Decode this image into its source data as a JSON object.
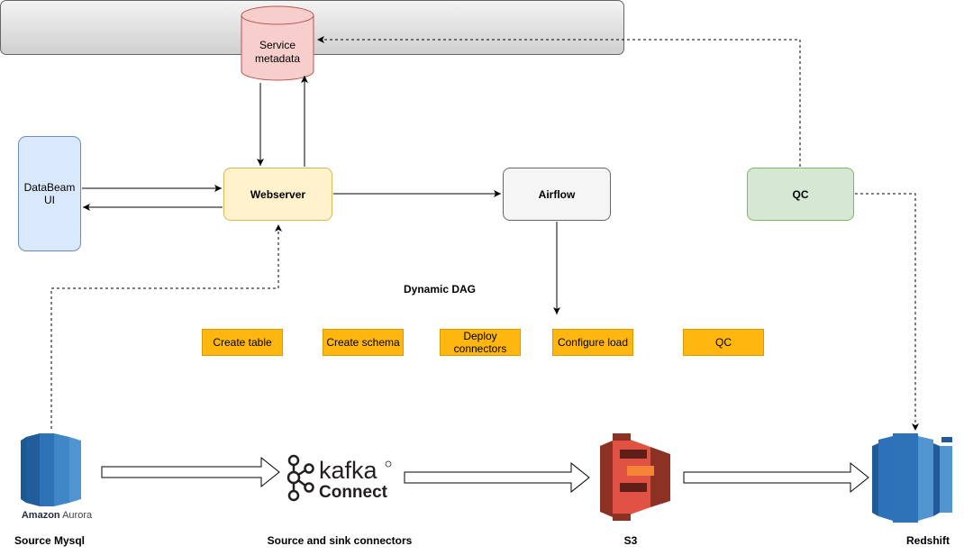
{
  "nodes": {
    "service_metadata": "Service metadata",
    "service_metadata_line1": "Service",
    "service_metadata_line2": "metadata",
    "databeam_ui_line1": "DataBeam",
    "databeam_ui_line2": "UI",
    "webserver": "Webserver",
    "airflow": "Airflow",
    "qc": "QC"
  },
  "dag": {
    "label": "Dynamic DAG",
    "tasks": {
      "create_table": "Create table",
      "create_schema": "Create schema",
      "deploy_connectors_line1": "Deploy",
      "deploy_connectors_line2": "connectors",
      "configure_load": "Configure load",
      "qc": "QC"
    }
  },
  "pipeline": {
    "aurora_brand": "Amazon",
    "aurora_name": "Aurora",
    "kafka_line1": "kafka",
    "kafka_line2": "Connect",
    "source_label": "Source Mysql",
    "connectors_label": "Source and sink connectors",
    "s3_label": "S3",
    "redshift_label": "Redshift"
  },
  "colors": {
    "databeam_fill": "#dae8fc",
    "webserver_fill": "#fff2cc",
    "airflow_fill": "#f5f5f5",
    "qc_fill": "#d5e8d4",
    "metadata_fill": "#f8cecc",
    "task_fill": "#ffb70f",
    "aurora_blue": "#2e73b8",
    "s3_red": "#e05243",
    "redshift_blue": "#2e73b8"
  },
  "icons": [
    "database-cylinder-icon",
    "amazon-aurora-icon",
    "kafka-connect-logo",
    "amazon-s3-icon",
    "amazon-redshift-icon"
  ]
}
